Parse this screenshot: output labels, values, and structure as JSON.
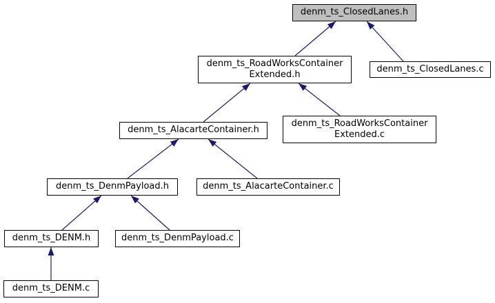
{
  "diagram": {
    "kind": "doxygen-included-by-dependency-graph",
    "colors": {
      "edge": "#191970",
      "node_border": "#000000",
      "node_fill": "#ffffff",
      "focus_node_fill": "#bfbfbf",
      "background": "#ffffff"
    },
    "nodes": [
      {
        "id": "closedlanes-h",
        "focus": true,
        "lines": [
          "denm_ts_ClosedLanes.h"
        ]
      },
      {
        "id": "roadworkscontainerextended-h",
        "focus": false,
        "lines": [
          "denm_ts_RoadWorksContainer",
          "Extended.h"
        ]
      },
      {
        "id": "closedlanes-c",
        "focus": false,
        "lines": [
          "denm_ts_ClosedLanes.c"
        ]
      },
      {
        "id": "alacartecontainer-h",
        "focus": false,
        "lines": [
          "denm_ts_AlacarteContainer.h"
        ]
      },
      {
        "id": "roadworkscontainerextended-c",
        "focus": false,
        "lines": [
          "denm_ts_RoadWorksContainer",
          "Extended.c"
        ]
      },
      {
        "id": "denmpayload-h",
        "focus": false,
        "lines": [
          "denm_ts_DenmPayload.h"
        ]
      },
      {
        "id": "alacartecontainer-c",
        "focus": false,
        "lines": [
          "denm_ts_AlacarteContainer.c"
        ]
      },
      {
        "id": "denm-h",
        "focus": false,
        "lines": [
          "denm_ts_DENM.h"
        ]
      },
      {
        "id": "denmpayload-c",
        "focus": false,
        "lines": [
          "denm_ts_DenmPayload.c"
        ]
      },
      {
        "id": "denm-c",
        "focus": false,
        "lines": [
          "denm_ts_DENM.c"
        ]
      }
    ],
    "edges": [
      {
        "from": "denm_ts_RoadWorksContainerExtended.h",
        "to": "denm_ts_ClosedLanes.h"
      },
      {
        "from": "denm_ts_ClosedLanes.c",
        "to": "denm_ts_ClosedLanes.h"
      },
      {
        "from": "denm_ts_AlacarteContainer.h",
        "to": "denm_ts_RoadWorksContainerExtended.h"
      },
      {
        "from": "denm_ts_RoadWorksContainerExtended.c",
        "to": "denm_ts_RoadWorksContainerExtended.h"
      },
      {
        "from": "denm_ts_DenmPayload.h",
        "to": "denm_ts_AlacarteContainer.h"
      },
      {
        "from": "denm_ts_AlacarteContainer.c",
        "to": "denm_ts_AlacarteContainer.h"
      },
      {
        "from": "denm_ts_DENM.h",
        "to": "denm_ts_DenmPayload.h"
      },
      {
        "from": "denm_ts_DenmPayload.c",
        "to": "denm_ts_DenmPayload.h"
      },
      {
        "from": "denm_ts_DENM.c",
        "to": "denm_ts_DENM.h"
      }
    ]
  }
}
